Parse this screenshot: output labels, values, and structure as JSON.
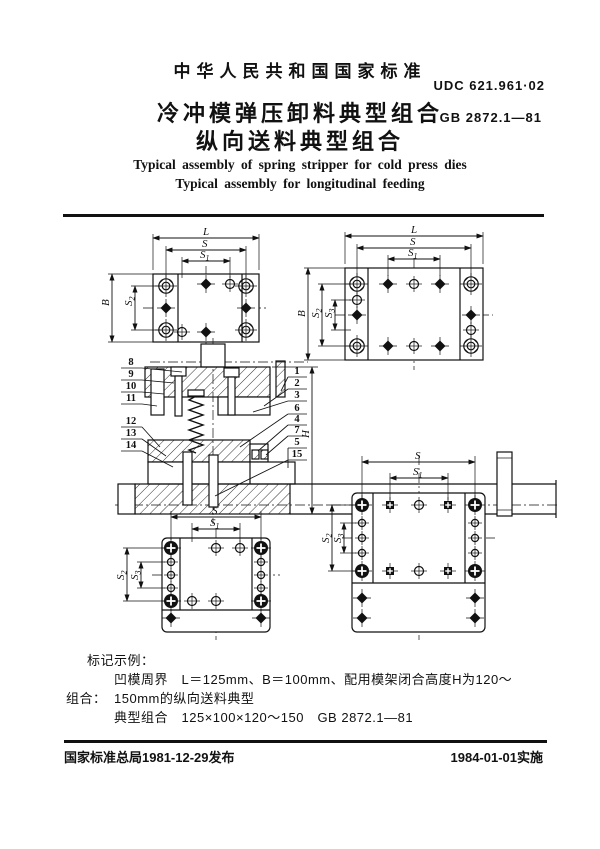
{
  "header": {
    "national_standard": "中华人民共和国国家标准",
    "udc": "UDC 621.961·02",
    "title_cn_line1": "冷冲模弹压卸料典型组合",
    "title_cn_line2": "纵向送料典型组合",
    "standard_code": "GB 2872.1—81",
    "title_en_line1": "Typical assembly of spring stripper for cold press dies",
    "title_en_line2": "Typical assembly for longitudinal feeding"
  },
  "dims": {
    "L": "L",
    "S": "S",
    "B": "B",
    "H": "H"
  },
  "sub": {
    "s1": "1",
    "s2": "2",
    "s3": "3"
  },
  "callouts": {
    "left": [
      "8",
      "9",
      "10",
      "11",
      "12",
      "13",
      "14"
    ],
    "right": [
      "1",
      "2",
      "3",
      "6",
      "4",
      "7",
      "5",
      "15"
    ]
  },
  "example": {
    "heading": "标记示例：",
    "line1": "凹模周界　L＝125mm、B＝100mm、配用模架闭合高度H为120～150mm的纵向送料典型",
    "line2": "组合：",
    "line3": "典型组合　125×100×120～150　GB 2872.1—81"
  },
  "footer": {
    "issued": "国家标准总局1981-12-29发布",
    "effective": "1984-01-01实施"
  }
}
